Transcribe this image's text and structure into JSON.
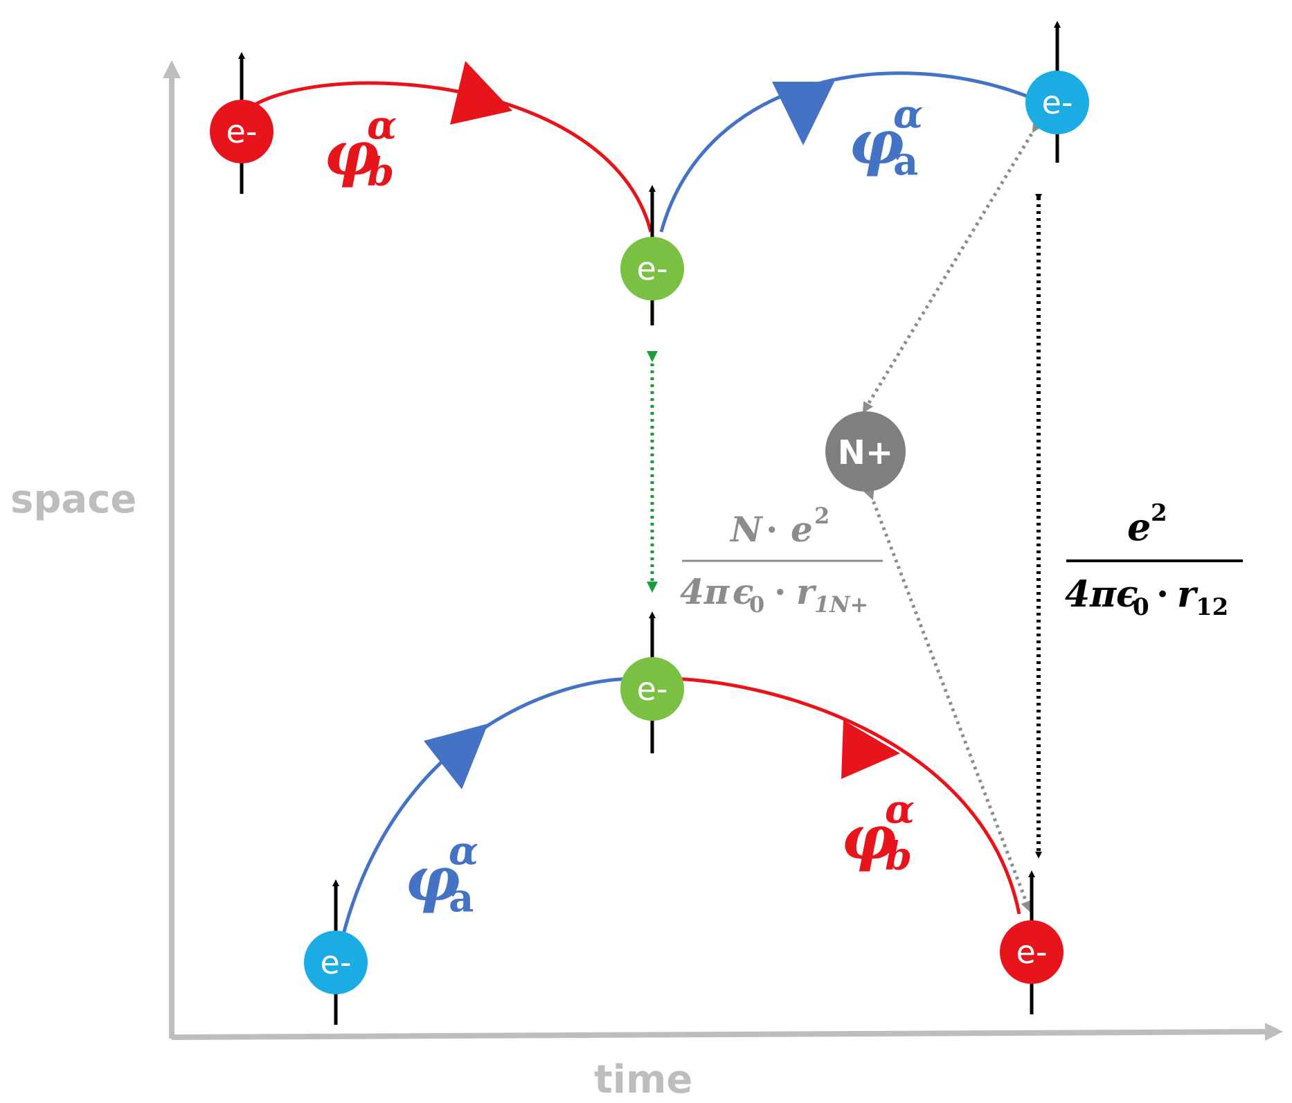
{
  "colors": {
    "red": "#e8141b",
    "blue": "#4472c4",
    "green": "#7ac143",
    "cyan": "#1aace3",
    "gray": "#7f7f7f",
    "axis": "#bdbdbd",
    "green_dots": "#1a9e3c"
  },
  "axes": {
    "y_label": "space",
    "x_label": "time"
  },
  "electrons": {
    "label": "e-",
    "top_left": "e-",
    "top_mid": "e-",
    "top_right": "e-",
    "bottom_mid": "e-",
    "bottom_left": "e-",
    "bottom_right": "e-"
  },
  "nucleus": {
    "label": "N+"
  },
  "orbitals": {
    "phi": "φ",
    "alpha": "α",
    "sub_b": "b",
    "sub_a": "a"
  },
  "formula_nucleus": {
    "numerator_N": "N",
    "dot": "·",
    "e": "e",
    "sq": "2",
    "den_lead": "4π",
    "epsilon": "ϵ",
    "eps_sub": "0",
    "r": "r",
    "r_sub": "1N+"
  },
  "formula_electron": {
    "e": "e",
    "sq": "2",
    "den_lead": "4π",
    "epsilon": "ϵ",
    "eps_sub": "0",
    "dot": "·",
    "r": "r",
    "r_sub": "12"
  }
}
